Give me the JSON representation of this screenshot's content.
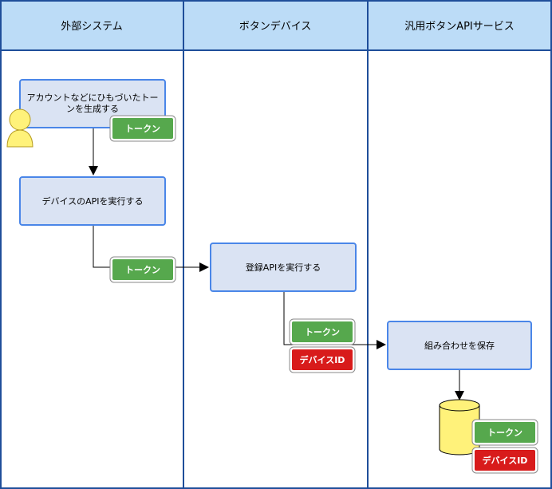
{
  "lanes": [
    {
      "title": "外部システム"
    },
    {
      "title": "ボタンデバイス"
    },
    {
      "title": "汎用ボタンAPIサービス"
    }
  ],
  "steps": {
    "generate_token": {
      "line1": "アカウントなどにひもづいたトー",
      "line2": "ンを生成する"
    },
    "run_device_api": "デバイスのAPIを実行する",
    "run_register_api": "登録APIを実行する",
    "save_combination": "組み合わせを保存"
  },
  "badges": {
    "token_label": "トークン",
    "device_id_label": "デバイスID"
  },
  "colors": {
    "lane_header": "#bcdcf7",
    "lane_border": "#1f4e9a",
    "step_fill": "#dae3f3",
    "step_border": "#4a86e8",
    "token_green": "#56a84d",
    "device_red": "#d81b1b",
    "actor_yellow": "#fff27a",
    "db_yellow": "#fff27a"
  },
  "icons": {
    "actor": "person-icon",
    "database": "database-cylinder-icon"
  }
}
